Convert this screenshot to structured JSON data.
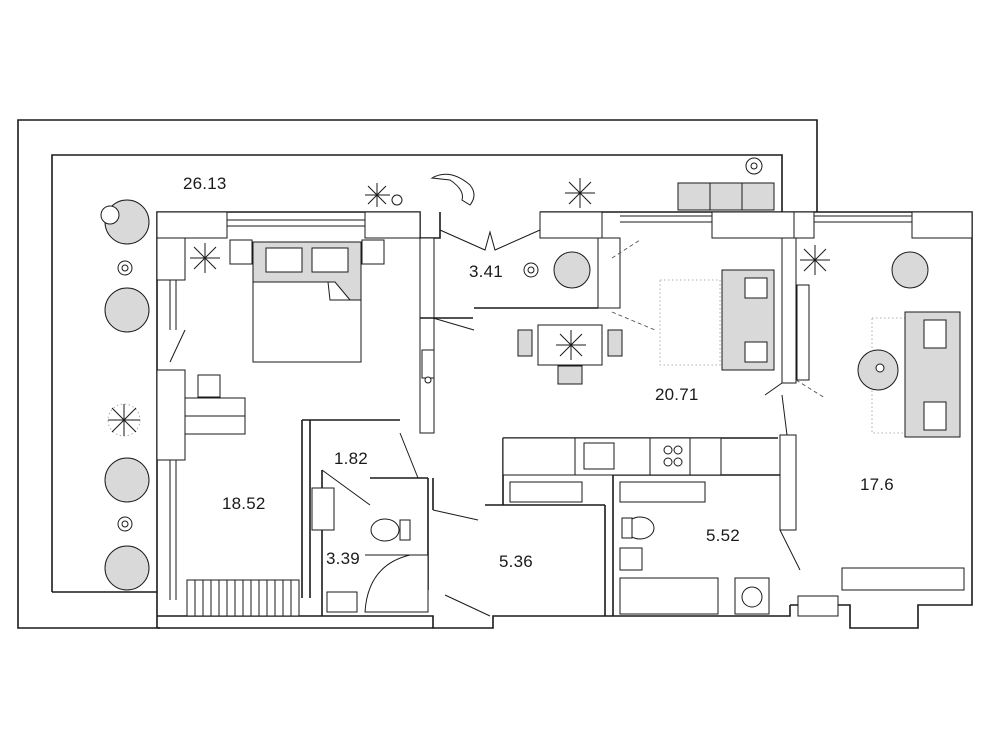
{
  "rooms": [
    {
      "id": "terrace",
      "area": "26.13"
    },
    {
      "id": "hall-small",
      "area": "3.41"
    },
    {
      "id": "living-kitchen",
      "area": "20.71"
    },
    {
      "id": "bedroom-2",
      "area": "17.6"
    },
    {
      "id": "corridor",
      "area": "1.82"
    },
    {
      "id": "bedroom-1",
      "area": "18.52"
    },
    {
      "id": "bathroom-1",
      "area": "3.39"
    },
    {
      "id": "hall",
      "area": "5.36"
    },
    {
      "id": "bathroom-2",
      "area": "5.52"
    }
  ],
  "colors": {
    "wall": "#1a1a1a",
    "furniture_fill": "#d9d9d9",
    "background": "#ffffff"
  }
}
